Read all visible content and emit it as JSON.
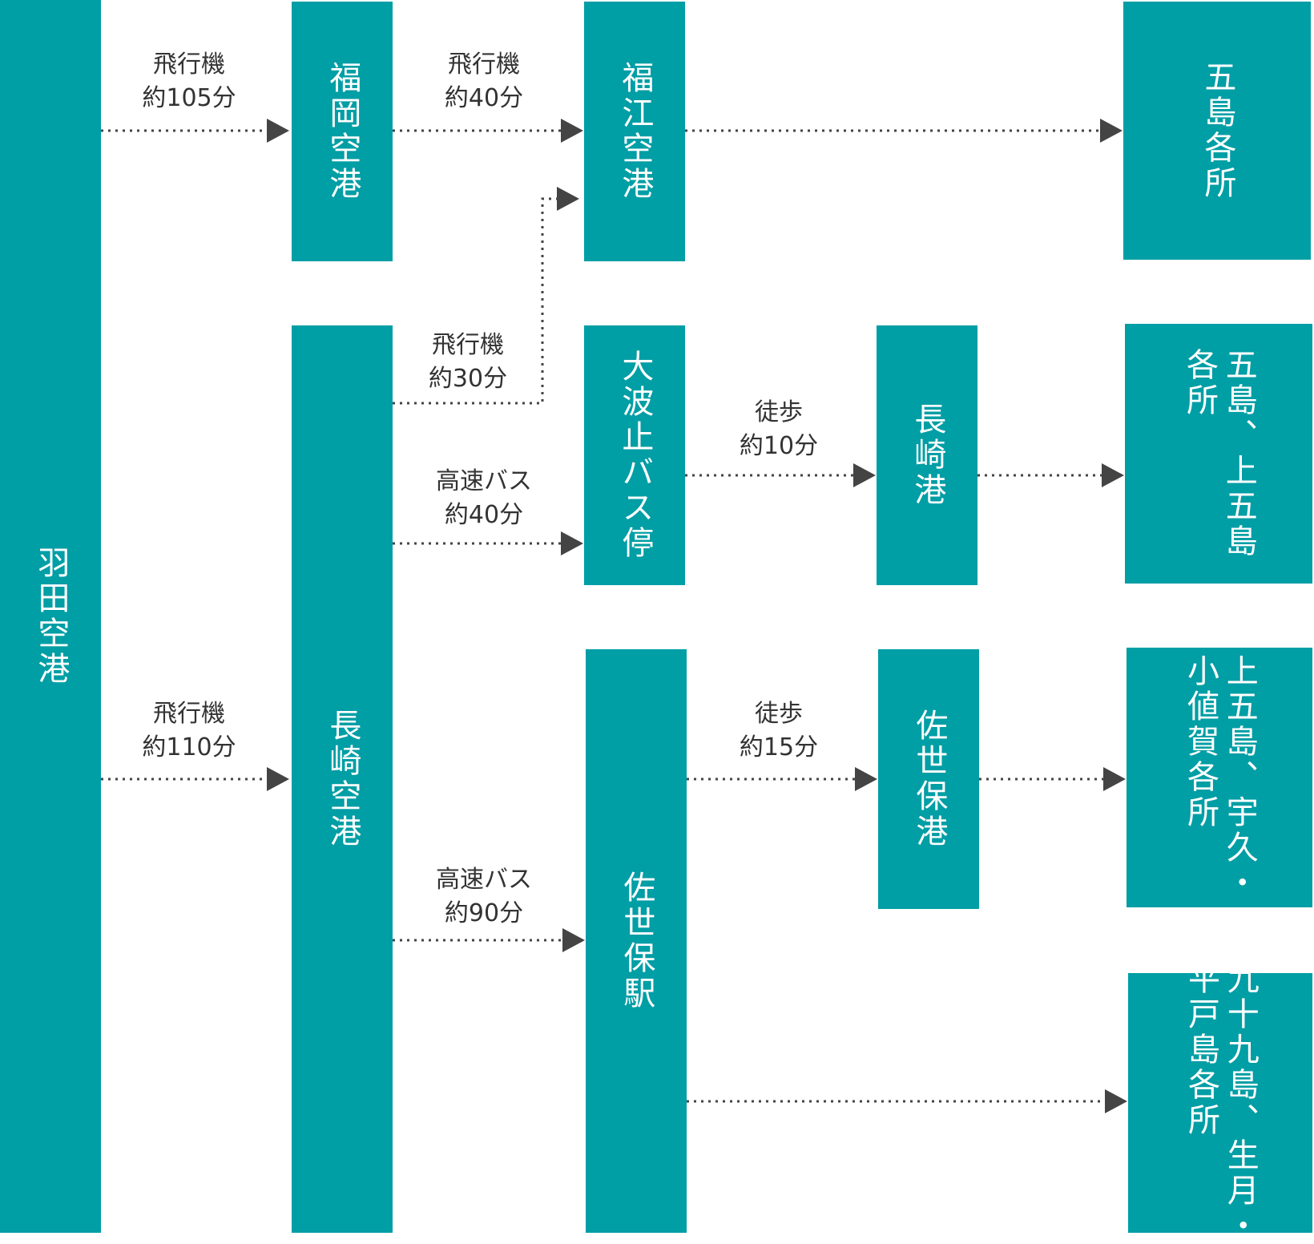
{
  "colors": {
    "node_fill": "#009ea5",
    "node_text": "#ffffff",
    "arrow": "#444444",
    "label_text": "#333333"
  },
  "nodes": {
    "haneda": "羽田空港",
    "fukuoka_airport": "福岡空港",
    "nagasaki_airport": "長崎空港",
    "fukue_airport": "福江空港",
    "ohato_bus_stop": "大波止バス停",
    "sasebo_station": "佐世保駅",
    "nagasaki_port": "長崎港",
    "sasebo_port": "佐世保港",
    "goto_places": "五島各所",
    "goto_kamigoto_places": "五島、上五島\n各所",
    "kamigoto_uku_ojika_places": "上五島、宇久・\n小値賀各所",
    "kujukushima_ikitsuki_hirado_places": "九十九島、生月・\n平戸島各所"
  },
  "edges": {
    "haneda_to_fukuoka": {
      "mode": "飛行機",
      "time": "約105分"
    },
    "fukuoka_to_fukue": {
      "mode": "飛行機",
      "time": "約40分"
    },
    "nagasaki_to_fukue": {
      "mode": "飛行機",
      "time": "約30分"
    },
    "nagasaki_to_ohato": {
      "mode": "高速バス",
      "time": "約40分"
    },
    "haneda_to_nagasaki": {
      "mode": "飛行機",
      "time": "約110分"
    },
    "nagasaki_to_sasebo": {
      "mode": "高速バス",
      "time": "約90分"
    },
    "ohato_to_nagasaki_port": {
      "mode": "徒歩",
      "time": "約10分"
    },
    "sasebo_to_sasebo_port": {
      "mode": "徒歩",
      "time": "約15分"
    }
  }
}
